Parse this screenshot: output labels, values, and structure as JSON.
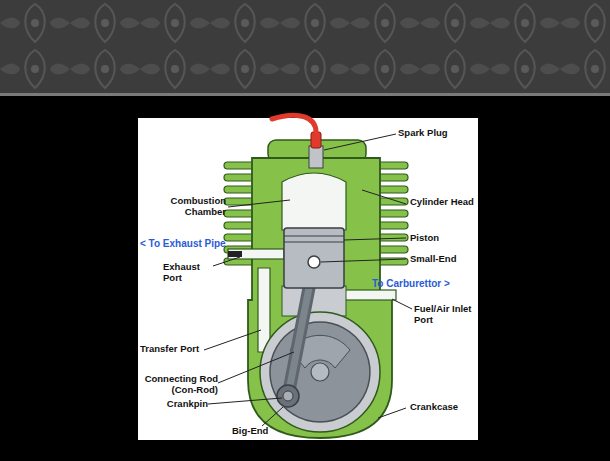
{
  "diagram": {
    "labels": [
      "Spark Plug",
      "Combustion Chamber",
      "Cylinder Head",
      "Piston",
      "< To Exhaust Pipe",
      "Exhaust Port",
      "Small-End",
      "To Carburettor >",
      "Fuel/Air Inlet Port",
      "Transfer Port",
      "Connecting Rod (Con-Rod)",
      "Crankpin",
      "Crankcase",
      "Big-End"
    ]
  }
}
